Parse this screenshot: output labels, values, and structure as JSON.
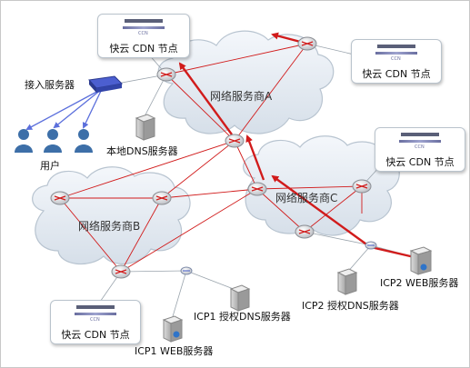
{
  "clouds": {
    "isp_a": "网络服务商A",
    "isp_b": "网络服务商B",
    "isp_c": "网络服务商C"
  },
  "cdn_nodes": [
    {
      "label": "快云 CDN 节点",
      "logo": "CCN"
    },
    {
      "label": "快云 CDN 节点",
      "logo": "CCN"
    },
    {
      "label": "快云 CDN 节点",
      "logo": "CCN"
    },
    {
      "label": "快云 CDN 节点",
      "logo": "CCN"
    }
  ],
  "labels": {
    "access_server": "接入服务器",
    "users": "用户",
    "local_dns": "本地DNS服务器",
    "icp1_auth_dns": "ICP1 授权DNS服务器",
    "icp1_web": "ICP1 WEB服务器",
    "icp2_auth_dns": "ICP2 授权DNS服务器",
    "icp2_web": "ICP2 WEB服务器"
  },
  "colors": {
    "cloud_fill": "#e6ecf3",
    "cloud_stroke": "#b8c4d0",
    "red_link": "#d11b1b",
    "blue_link": "#5b6fdc",
    "router": "#e8e8e8",
    "user_icon": "#3d6fa8"
  },
  "icons": {
    "router": "router-icon",
    "server": "server-icon",
    "switch": "switch-icon",
    "user": "user-icon",
    "access_switch": "access-switch-icon"
  }
}
